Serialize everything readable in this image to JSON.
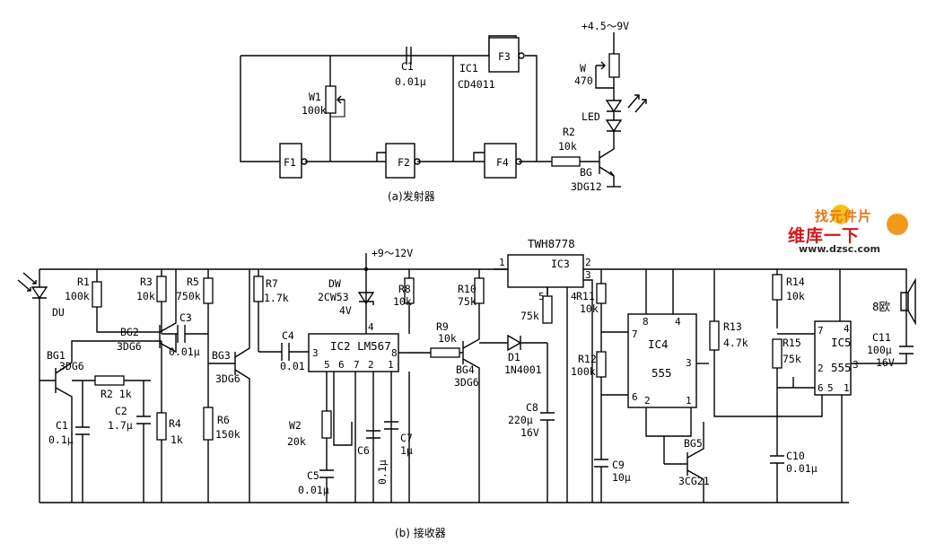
{
  "transmitter": {
    "caption": "(a)发射器",
    "supply": "+4.5～9V",
    "gates": [
      "F1",
      "F2",
      "F3",
      "F4"
    ],
    "ic1_name": "IC1",
    "ic1_part": "CD4011",
    "c1_name": "C1",
    "c1_value": "0.01μ",
    "w1_name": "W1",
    "w1_value": "100k",
    "w_name": "W",
    "w_value": "470",
    "led": "LED",
    "r2_name": "R2",
    "r2_value": "10k",
    "bg_name": "BG",
    "bg_part": "3DG12"
  },
  "receiver": {
    "caption": "(b)  接收器",
    "supply": "+9～12V",
    "du": "DU",
    "r1": [
      "R1",
      "100k"
    ],
    "r3": [
      "R3",
      "10k"
    ],
    "r5": [
      "R5",
      "750k"
    ],
    "r7": [
      "R7",
      "1.7k"
    ],
    "r8": [
      "R8",
      "10k"
    ],
    "r10": [
      "R10",
      "75k"
    ],
    "r9": [
      "R9",
      "10k"
    ],
    "r2": "R2 1k",
    "r4": [
      "R4",
      "1k"
    ],
    "r6": [
      "R6",
      "150k"
    ],
    "r11": [
      "R11",
      "10k"
    ],
    "r12": [
      "R12",
      "100k"
    ],
    "r13": [
      "R13",
      "4.7k"
    ],
    "r14": [
      "R14",
      "10k"
    ],
    "r15": [
      "R15",
      "75k"
    ],
    "r75k": "75k",
    "bg1": [
      "BG1",
      "3DG6"
    ],
    "bg2": [
      "BG2",
      "3DG6"
    ],
    "bg3": [
      "BG3",
      "3DG6"
    ],
    "bg4": [
      "BG4",
      "3DG6"
    ],
    "bg5": [
      "BG5",
      "3CG21"
    ],
    "c1": [
      "C1",
      "0.1μ"
    ],
    "c2": [
      "C2",
      "1.7μ"
    ],
    "c3": [
      "C3",
      "0.01μ"
    ],
    "c4": [
      "C4",
      "0.01"
    ],
    "c5": [
      "C5",
      "0.01μ"
    ],
    "c6": [
      "C6",
      "0.1μ"
    ],
    "c7": [
      "C7",
      "1μ"
    ],
    "c8": [
      "C8",
      "220μ",
      "16V"
    ],
    "c9": [
      "C9",
      "10μ"
    ],
    "c10": [
      "C10",
      "0.01μ"
    ],
    "c11": [
      "C11",
      "100μ",
      "16V"
    ],
    "dw": [
      "DW",
      "2CW53",
      "4V"
    ],
    "d1": [
      "D1",
      "1N4001"
    ],
    "w2": [
      "W2",
      "20k"
    ],
    "ic2": "IC2 LM567",
    "ic2_pins": [
      "3",
      "4",
      "8",
      "5",
      "6",
      "7",
      "2",
      "1"
    ],
    "ic3_title": "TWH8778",
    "ic3": "IC3",
    "ic3_pins": [
      "1",
      "2",
      "3",
      "4",
      "5"
    ],
    "ic4": [
      "IC4",
      "555"
    ],
    "ic4_pins": [
      "8",
      "4",
      "7",
      "3",
      "6",
      "2",
      "1"
    ],
    "ic5": [
      "IC5",
      "555"
    ],
    "ic5_pins": [
      "7",
      "4",
      "2",
      "3",
      "6",
      "5",
      "1"
    ],
    "speaker": "8欧"
  },
  "watermark": {
    "line1": "找元件片",
    "line2": "维库一下",
    "line3": "www.dzsc.com"
  }
}
